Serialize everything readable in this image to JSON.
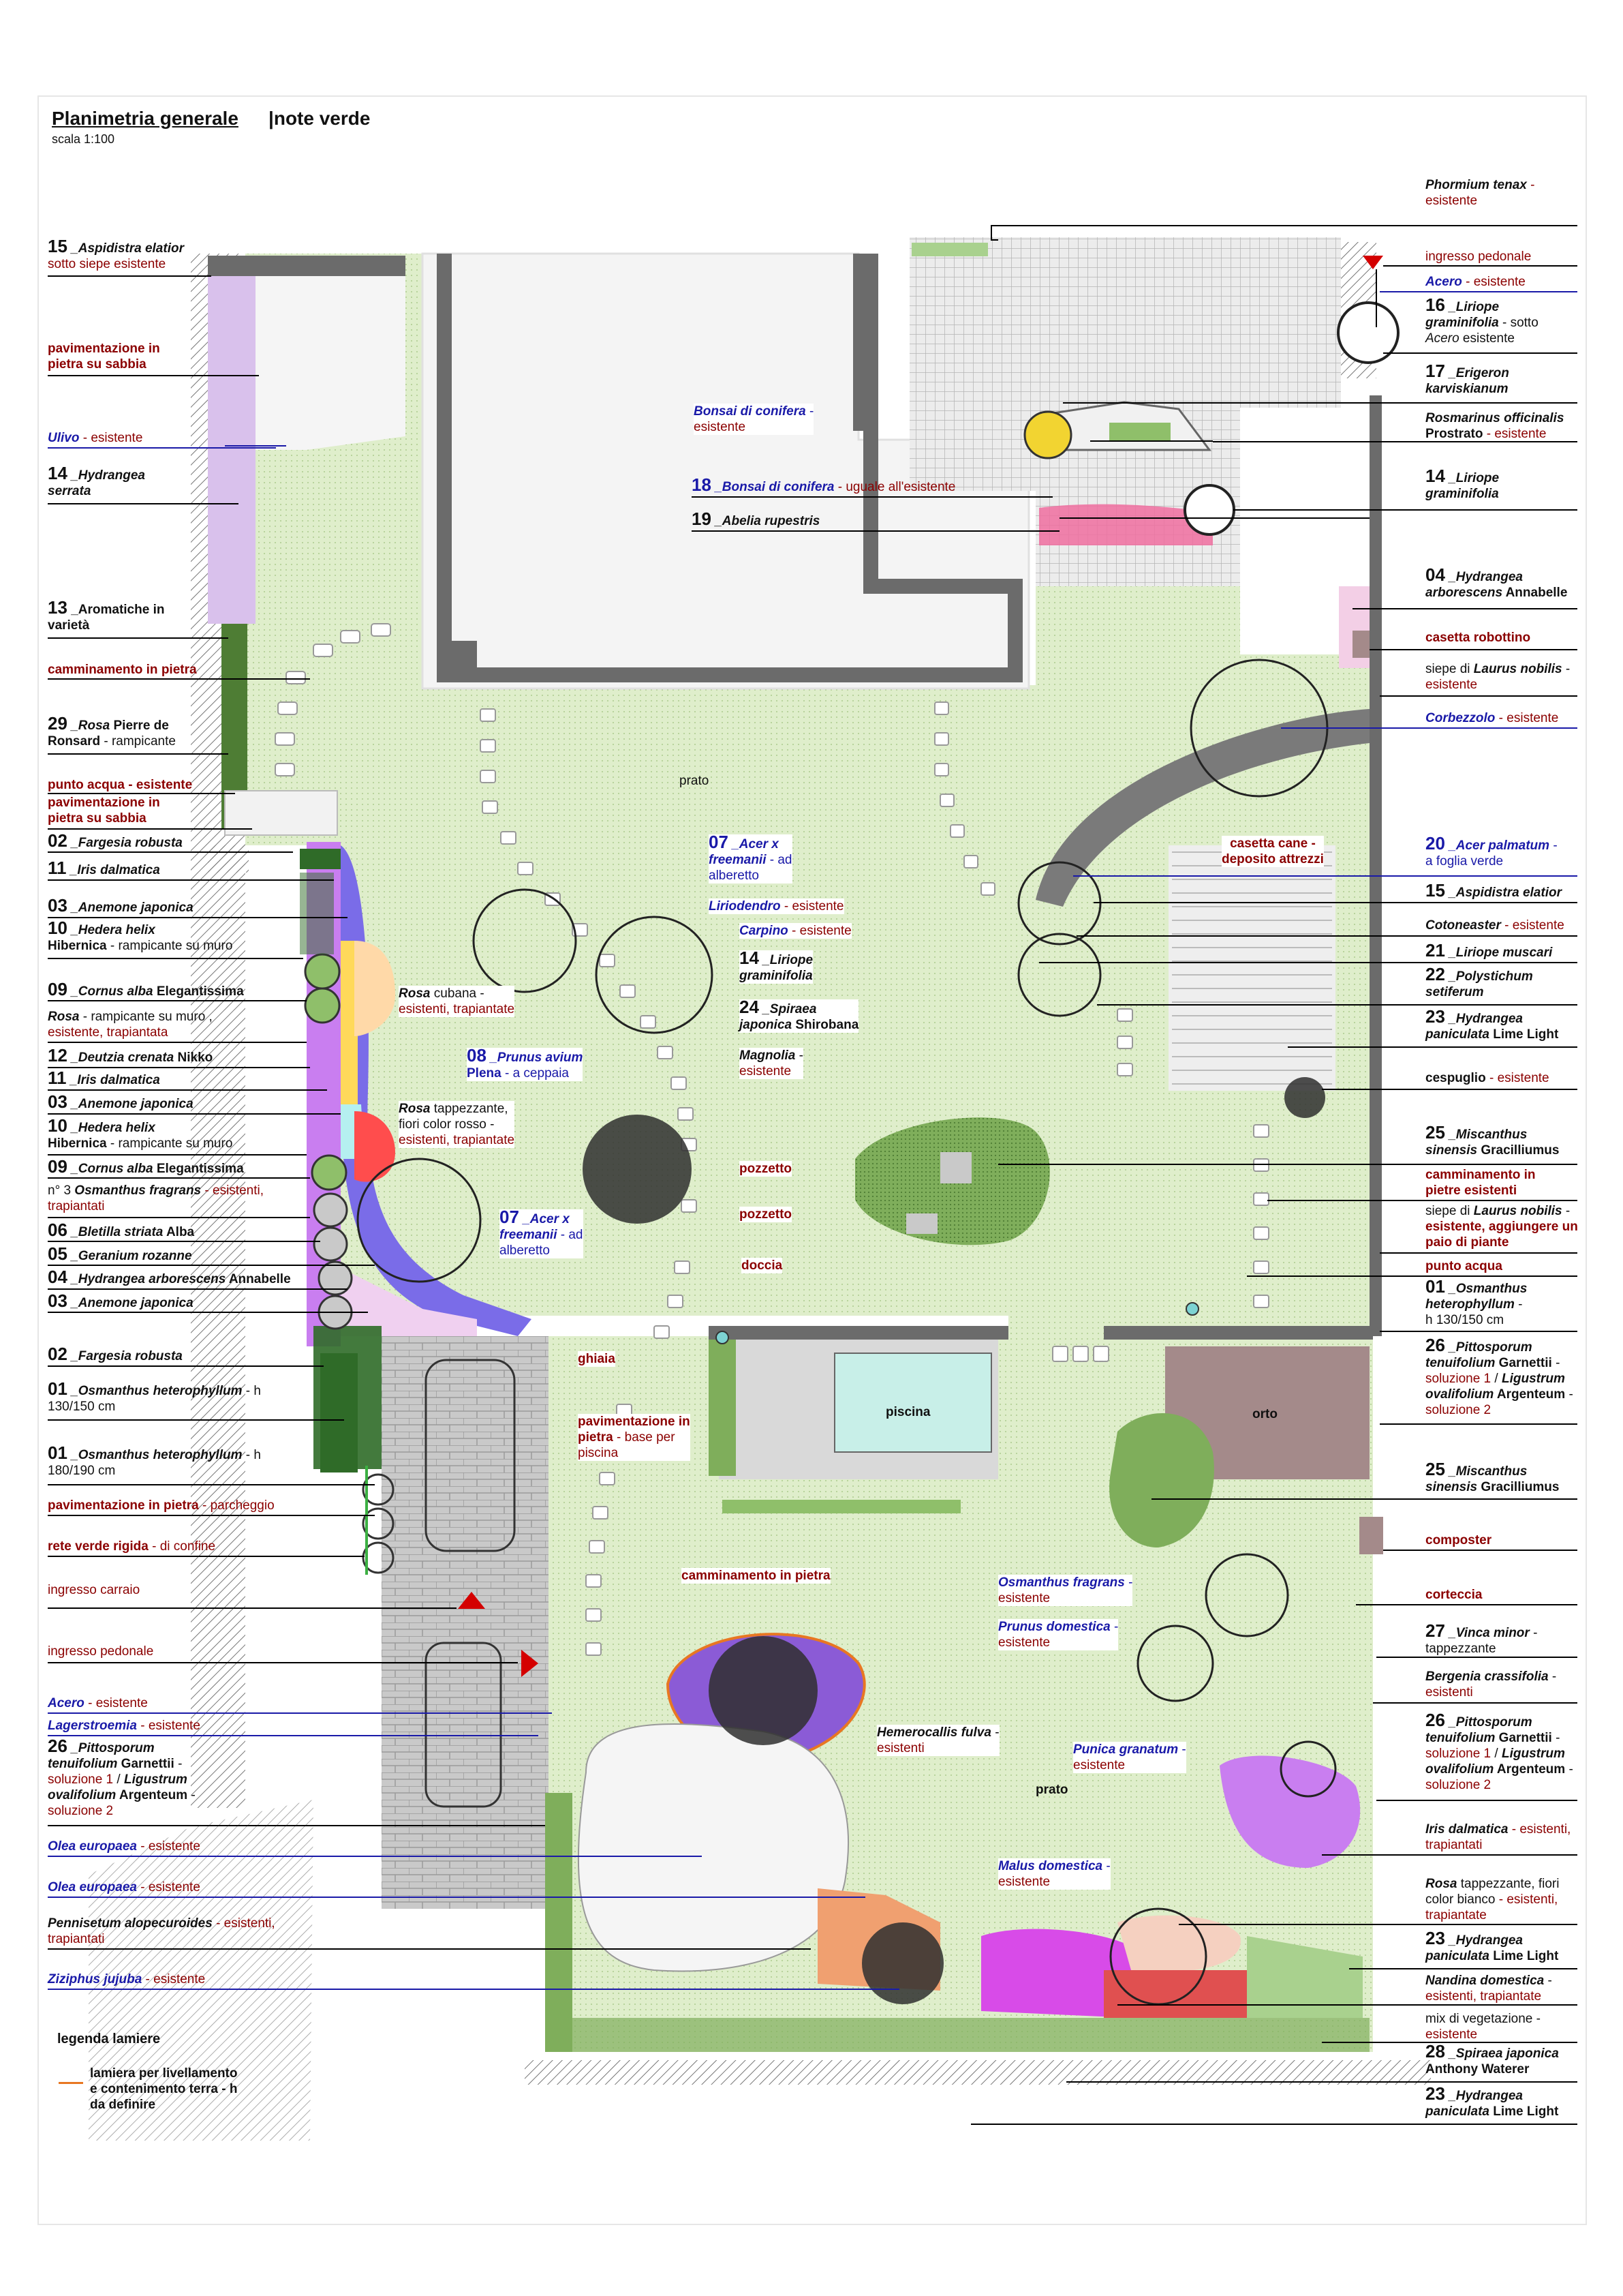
{
  "header": {
    "title": "Planimetria generale",
    "scale": "scala 1:100",
    "section": "|note verde"
  },
  "colors": {
    "lawn": "#dfeecb",
    "lawn_dark": "#8fbf6a",
    "wall": "#6b6b6b",
    "paving": "#d9d9d9",
    "orto": "#a48a8a",
    "pool": "#c8efe8",
    "label_red": "#8b0000",
    "label_blue": "#1a1aa8",
    "lamiera": "#e87722"
  },
  "plan_labels": {
    "prato_1": "prato",
    "prato_2": "prato",
    "piscina": "piscina",
    "orto": "orto",
    "casetta_cane": "casetta cane -\ndeposito attrezzi",
    "rosa_cubana_1": "Rosa",
    "rosa_cubana_2": " cubana -",
    "rosa_cubana_3": "esistenti, trapiantate",
    "rosa_tapp_1": "Rosa",
    "rosa_tapp_2": " tappezzante,",
    "rosa_tapp_3": "fiori color rosso -",
    "rosa_tapp_4": "esistenti, trapiantate",
    "pozzetto_1": "pozzetto",
    "pozzetto_2": "pozzetto",
    "doccia": "doccia",
    "ghiaia": "ghiaia",
    "pav_piscina_1": "pavimentazione in",
    "pav_piscina_2": "pietra",
    "pav_piscina_3": " - base per",
    "pav_piscina_4": "piscina",
    "camminamento": "camminamento in pietra",
    "acer07a_n": "07",
    "acer07a_1": " _Acer x",
    "acer07a_2": "freemanii",
    "acer07a_3": " - ad",
    "acer07a_4": "alberetto",
    "liriodendro_1": "Liriodendro",
    "liriodendro_2": " - esistente",
    "carpino_1": "Carpino",
    "carpino_2": " - esistente",
    "liriope14_n": "14",
    "liriope14_1": " _Liriope",
    "liriope14_2": "graminifolia",
    "spiraea24_n": "24",
    "spiraea24_1": " _Spiraea",
    "spiraea24_2": "japonica",
    "spiraea24_3": " Shirobana",
    "magnolia_1": "Magnolia",
    "magnolia_2": " -",
    "magnolia_3": "esistente",
    "prunus08_n": "08",
    "prunus08_1": " _Prunus avium",
    "prunus08_2": "Plena",
    "prunus08_3": " - a ceppaia",
    "acer07b_n": "07",
    "acer07b_1": " _Acer x",
    "acer07b_2": "freemanii",
    "acer07b_3": " - ad",
    "acer07b_4": "alberetto",
    "bonsai_1": "Bonsai di conifera",
    "bonsai_2": " -",
    "bonsai_3": "esistente",
    "bonsai18_n": "18",
    "bonsai18_1": " _Bonsai di conifera",
    "bonsai18_2": " - uguale all'esistente",
    "abelia19_n": "19",
    "abelia19_1": " _Abelia rupestris",
    "hemerocallis_1": "Hemerocallis fulva",
    "hemerocallis_2": " -",
    "hemerocallis_3": "esistenti",
    "osmanthus_fr_1": "Osmanthus fragrans",
    "osmanthus_fr_2": " -",
    "osmanthus_fr_3": "esistente",
    "prunus_dom_1": "Prunus domestica",
    "prunus_dom_2": " -",
    "prunus_dom_3": "esistente",
    "punica_1": "Punica granatum",
    "punica_2": " -",
    "punica_3": "esistente",
    "malus_1": "Malus domestica",
    "malus_2": " -",
    "malus_3": "esistente"
  },
  "left_labels": {
    "l1_n": "15",
    "l1_a": " _Aspidistra elatior",
    "l1_b": "sotto siepe esistente",
    "l2_a": "pavimentazione in",
    "l2_b": "pietra su sabbia",
    "l3_a": "Ulivo",
    "l3_b": " - esistente",
    "l4_n": "14",
    "l4_a": " _Hydrangea",
    "l4_b": "serrata",
    "l5_n": "13",
    "l5_a": " _Aromatiche in",
    "l5_b": "varietà",
    "l6_a": "camminamento in pietra",
    "l7_n": "29",
    "l7_a": " _Rosa",
    "l7_b": " Pierre de",
    "l7_c": "Ronsard",
    "l7_d": " - rampicante",
    "l8_a": "punto acqua - esistente",
    "l9_a": "pavimentazione in",
    "l9_b": "pietra su sabbia",
    "l10_n": "02",
    "l10_a": " _Fargesia robusta",
    "l11_n": "11",
    "l11_a": " _Iris dalmatica",
    "l12_n": "03",
    "l12_a": " _Anemone japonica",
    "l13_n": "10",
    "l13_a": " _Hedera helix",
    "l13_b": "Hibernica",
    "l13_c": " - rampicante su muro",
    "l14_n": "09",
    "l14_a": " _Cornus alba",
    "l14_b": " Elegantissima",
    "l15_a": "Rosa",
    "l15_b": " - rampicante su muro ,",
    "l15_c": "esistente, trapiantata",
    "l16_n": "12",
    "l16_a": " _Deutzia crenata",
    "l16_b": " Nikko",
    "l17_n": "11",
    "l17_a": " _Iris dalmatica",
    "l18_n": "03",
    "l18_a": " _Anemone japonica",
    "l19_n": "10",
    "l19_a": " _Hedera helix",
    "l19_b": "Hibernica",
    "l19_c": " - rampicante su muro",
    "l20_n": "09",
    "l20_a": " _Cornus alba",
    "l20_b": " Elegantissima",
    "l21_a": "n° 3 ",
    "l21_b": "Osmanthus fragrans",
    "l21_c": " - esistenti,",
    "l21_d": "trapiantati",
    "l22_n": "06",
    "l22_a": " _Bletilla striata",
    "l22_b": " Alba",
    "l23_n": "05",
    "l23_a": " _Geranium rozanne",
    "l24_n": "04",
    "l24_a": " _Hydrangea arborescens",
    "l24_b": " Annabelle",
    "l25_n": "03",
    "l25_a": " _Anemone japonica",
    "l26_n": "02",
    "l26_a": " _Fargesia robusta",
    "l27_n": "01",
    "l27_a": " _Osmanthus heterophyllum",
    "l27_b": " - h",
    "l27_c": "130/150 cm",
    "l28_n": "01",
    "l28_a": " _Osmanthus heterophyllum",
    "l28_b": " - h",
    "l28_c": "180/190 cm",
    "l29_a": "pavimentazione in pietra",
    "l29_b": " - parcheggio",
    "l30_a": "rete verde rigida",
    "l30_b": " - di confine",
    "l31_a": "ingresso carraio",
    "l32_a": "ingresso pedonale",
    "l33_a": "Acero",
    "l33_b": " - esistente",
    "l34_a": "Lagerstroemia",
    "l34_b": " - esistente",
    "l35_n": "26",
    "l35_a": " _Pittosporum",
    "l35_b": "tenuifolium",
    "l35_c": " Garnettii",
    "l35_d": " -",
    "l35_e": "soluzione 1",
    "l35_f": " / ",
    "l35_g": "Ligustrum",
    "l35_h": "ovalifolium",
    "l35_i": " Argenteum",
    "l35_j": " -",
    "l35_k": "soluzione 2",
    "l36_a": "Olea europaea",
    "l36_b": " - esistente",
    "l37_a": "Olea europaea",
    "l37_b": " - esistente",
    "l38_a": "Pennisetum alopecuroides",
    "l38_b": " - esistenti,",
    "l38_c": "trapiantati",
    "l39_a": "Ziziphus jujuba",
    "l39_b": " - esistente"
  },
  "right_labels": {
    "r1_a": "Phormium tenax",
    "r1_b": " -",
    "r1_c": "esistente",
    "r2_a": "ingresso pedonale",
    "r3_a": "Acero",
    "r3_b": " - esistente",
    "r4_n": "16",
    "r4_a": " _Liriope",
    "r4_b": "graminifolia",
    "r4_c": " - sotto",
    "r4_d": "Acero",
    "r4_e": " esistente",
    "r5_n": "17",
    "r5_a": " _Erigeron",
    "r5_b": "karviskianum",
    "r6_a": "Rosmarinus officinalis",
    "r6_b": "Prostrato",
    "r6_c": " - esistente",
    "r7_n": "14",
    "r7_a": " _Liriope",
    "r7_b": "graminifolia",
    "r8_n": "04",
    "r8_a": " _Hydrangea",
    "r8_b": "arborescens",
    "r8_c": " Annabelle",
    "r9_a": "casetta robottino",
    "r10_a": "siepe di ",
    "r10_b": "Laurus nobilis",
    "r10_c": " -",
    "r10_d": "esistente",
    "r11_a": "Corbezzolo",
    "r11_b": " - esistente",
    "r12_n": "20",
    "r12_a": " _Acer palmatum",
    "r12_b": " -",
    "r12_c": "a foglia verde",
    "r13_n": "15",
    "r13_a": " _Aspidistra elatior",
    "r14_a": "Cotoneaster",
    "r14_b": " - esistente",
    "r15_n": "21",
    "r15_a": " _Liriope muscari",
    "r16_n": "22",
    "r16_a": " _Polystichum",
    "r16_b": "setiferum",
    "r17_n": "23",
    "r17_a": " _Hydrangea",
    "r17_b": "paniculata",
    "r17_c": " Lime Light",
    "r18_a": "cespuglio",
    "r18_b": " - esistente",
    "r19_n": "25",
    "r19_a": " _Miscanthus",
    "r19_b": "sinensis",
    "r19_c": " Gracilliumus",
    "r20_a": "camminamento in",
    "r20_b": "pietre esistenti",
    "r21_a": "siepe di ",
    "r21_b": "Laurus nobilis",
    "r21_c": " -",
    "r21_d": "esistente, aggiungere un",
    "r21_e": "paio di piante",
    "r22_a": "punto acqua",
    "r23_n": "01",
    "r23_a": " _Osmanthus",
    "r23_b": "heterophyllum",
    "r23_c": " -",
    "r23_d": "h 130/150 cm",
    "r24_n": "26",
    "r24_a": " _Pittosporum",
    "r24_b": "tenuifolium",
    "r24_c": " Garnettii",
    "r24_d": " -",
    "r24_e": "soluzione 1",
    "r24_f": " / ",
    "r24_g": "Ligustrum",
    "r24_h": "ovalifolium",
    "r24_i": " Argenteum",
    "r24_j": " -",
    "r24_k": "soluzione 2",
    "r25_n": "25",
    "r25_a": " _Miscanthus",
    "r25_b": "sinensis",
    "r25_c": " Gracilliumus",
    "r26_a": "composter",
    "r27_a": "corteccia",
    "r28_n": "27",
    "r28_a": " _Vinca minor",
    "r28_b": " -",
    "r28_c": "tappezzante",
    "r29_a": "Bergenia crassifolia",
    "r29_b": " -",
    "r29_c": "esistenti",
    "r30_n": "26",
    "r30_a": " _Pittosporum",
    "r30_b": "tenuifolium",
    "r30_c": " Garnettii",
    "r30_d": " -",
    "r30_e": "soluzione 1",
    "r30_f": " / ",
    "r30_g": "Ligustrum",
    "r30_h": "ovalifolium",
    "r30_i": " Argenteum",
    "r30_j": " -",
    "r30_k": "soluzione 2",
    "r31_a": "Iris dalmatica",
    "r31_b": " - esistenti,",
    "r31_c": "trapiantati",
    "r32_a": "Rosa",
    "r32_b": " tappezzante,",
    "r32_c": " fiori",
    "r32_d": "color bianco",
    "r32_e": " - esistenti,",
    "r32_f": "trapiantate",
    "r33_n": "23",
    "r33_a": " _Hydrangea",
    "r33_b": "paniculata",
    "r33_c": " Lime Light",
    "r34_a": "Nandina domestica",
    "r34_b": " -",
    "r34_c": "esistenti, trapiantate",
    "r35_a": "mix di vegetazione",
    "r35_b": " -",
    "r35_c": "esistente",
    "r36_n": "28",
    "r36_a": " _Spiraea japonica",
    "r36_b": "Anthony Waterer",
    "r37_n": "23",
    "r37_a": " _Hydrangea",
    "r37_b": "paniculata",
    "r37_c": " Lime Light"
  },
  "legend": {
    "title": "legenda lamiere",
    "item_1": "lamiera per livellamento",
    "item_2": "e contenimento terra - h",
    "item_3": "da definire"
  }
}
